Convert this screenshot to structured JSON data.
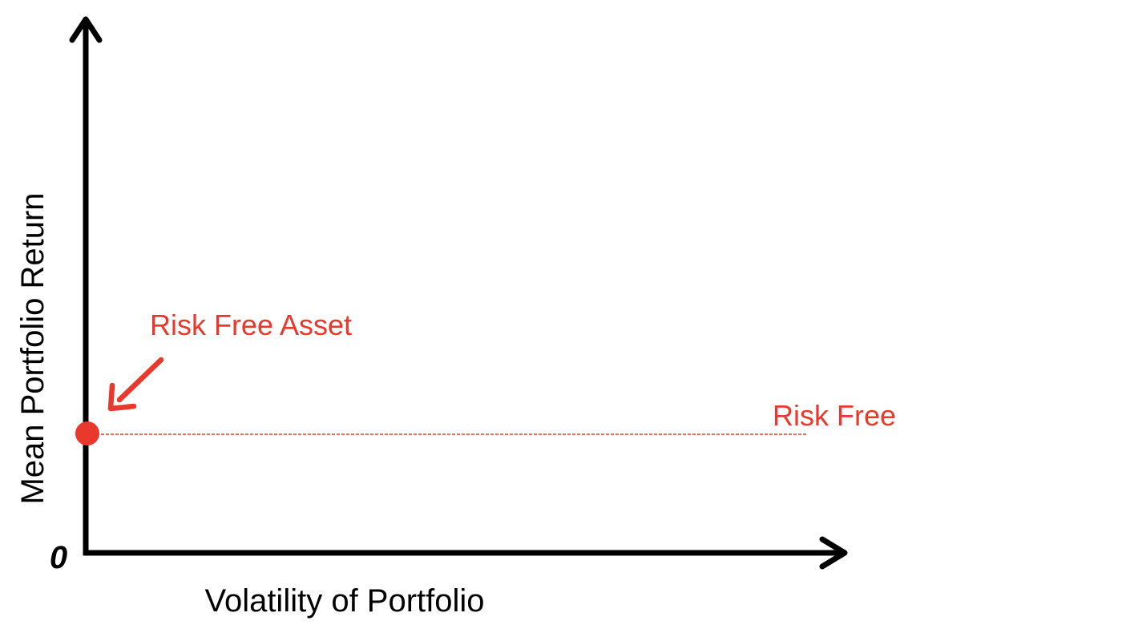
{
  "diagram": {
    "x_axis_label": "Volatility of Portfolio",
    "y_axis_label": "Mean Portfolio Return",
    "origin_label": "0",
    "point_label": "Risk Free Asset",
    "line_label": "Risk Free",
    "colors": {
      "axis": "#000000",
      "accent": "#e8392c",
      "background": "#ffffff"
    },
    "icons": {
      "pointer": "arrow-icon"
    }
  }
}
